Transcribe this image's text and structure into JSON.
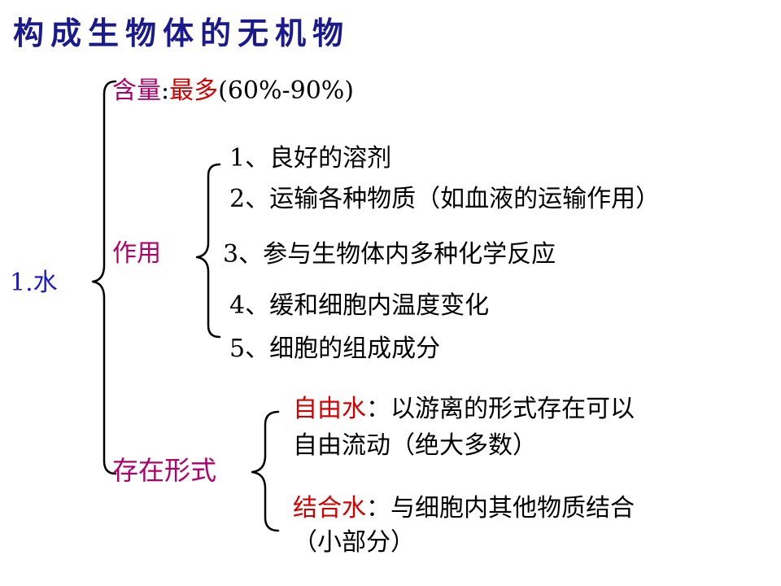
{
  "title": "构成生物体的无机物",
  "root": {
    "label": "1.水"
  },
  "content": {
    "label": "含量",
    "sep": ":",
    "value": "最多",
    "range": "(60%-90%)"
  },
  "function": {
    "label": "作用",
    "items": [
      "1、良好的溶剂",
      "2、运输各种物质（如血液的运输作用）",
      "3、参与生物体内多种化学反应",
      "4、缓和细胞内温度变化",
      "5、细胞的组成成分"
    ]
  },
  "forms": {
    "label": "存在形式",
    "free": {
      "term": "自由水",
      "desc_line1": "：以游离的形式存在可以",
      "desc_line2": "自由流动（绝大多数）"
    },
    "bound": {
      "term": "结合水",
      "desc_line1": "：与细胞内其他物质结合",
      "desc_line2": "（小部分）"
    }
  },
  "colors": {
    "title": "#1a1a8c",
    "category": "#b0006a",
    "emphasis": "#d40000",
    "root": "#1a1acc",
    "text": "#000000"
  }
}
